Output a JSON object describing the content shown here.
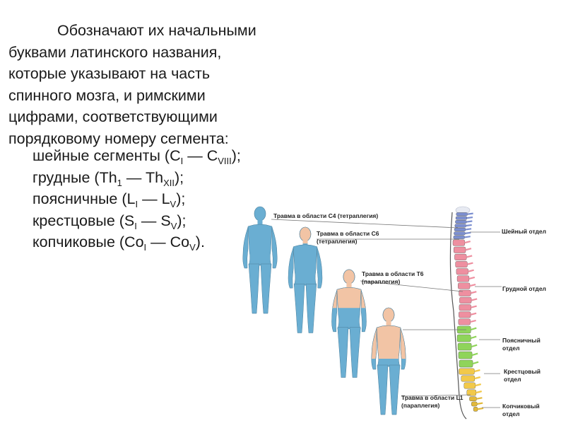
{
  "paragraph": [
    "Обозначают их начальными",
    "буквами латинского названия,",
    "которые указывают на часть",
    "спинного мозга, и римскими",
    "цифрами, соответствующими",
    "порядковому номеру сегмента:"
  ],
  "segments": [
    {
      "name": "шейные сегменты",
      "sym": "C",
      "from": "I",
      "to": "VIII",
      "end": ";"
    },
    {
      "name": "грудные",
      "sym": "Th",
      "from": "1",
      "to": "XII",
      "end": ";"
    },
    {
      "name": "поясничные",
      "sym": "L",
      "from": "I",
      "to": "V",
      "end": ";"
    },
    {
      "name": "крестцовые",
      "sym": "S",
      "from": "I",
      "to": "V",
      "end": ";"
    },
    {
      "name": "копчиковые",
      "sym": "Co",
      "from": "I",
      "to": "V",
      "end": "."
    }
  ],
  "dash": "—",
  "figure": {
    "injury_labels": [
      [
        "Травма в области С4 (тетраплегия)"
      ],
      [
        "Травма в области С6",
        "(тетраплегия)"
      ],
      [
        "Травма в области Т6",
        "(параплегия)"
      ],
      [
        "Травма в области L1",
        "(параплегия)"
      ]
    ],
    "spine_labels": [
      [
        "Шейный отдел"
      ],
      [
        "Грудной отдел"
      ],
      [
        "Поясничный",
        "отдел"
      ],
      [
        "Крестцовый",
        "отдел"
      ],
      [
        "Копчиковый",
        "отдел"
      ]
    ],
    "colors": {
      "paralysis": "#6aaed2",
      "skin": "#f2c4a5",
      "cervical": "#7c8fd0",
      "thoracic": "#ee8fa0",
      "lumbar": "#8fd45a",
      "sacral": "#f2c94a",
      "coccyx": "#e2b93a"
    }
  }
}
